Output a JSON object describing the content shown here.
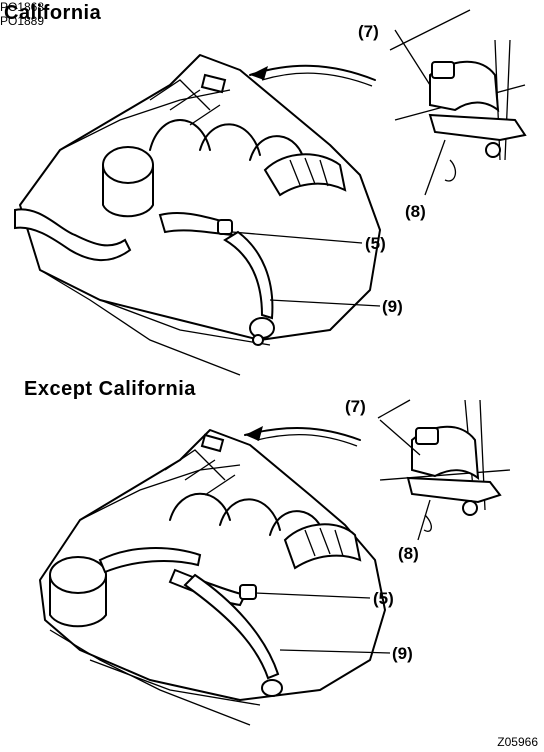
{
  "sections": [
    {
      "heading": "California",
      "labels": {
        "7": "(7)",
        "8": "(8)",
        "5": "(5)",
        "9": "(9)"
      }
    },
    {
      "heading": "Except California",
      "labels": {
        "7": "(7)",
        "8": "(8)",
        "5": "(5)",
        "9": "(9)"
      }
    }
  ],
  "part_codes": [
    "PO1868",
    "PO1889"
  ],
  "figure_id": "Z05966"
}
